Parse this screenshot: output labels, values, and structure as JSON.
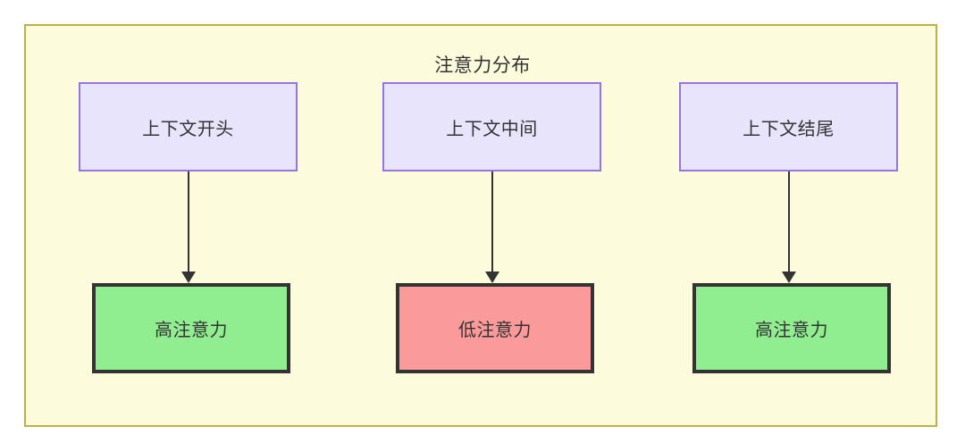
{
  "diagram": {
    "title": "注意力分布",
    "frame": {
      "fill_color": "#fcfcdc",
      "border_color": "#bdb243"
    },
    "context_nodes": [
      {
        "id": "context-start",
        "label": "上下文开头",
        "fill_color": "#e7e4fb",
        "border_color": "#9775df"
      },
      {
        "id": "context-middle",
        "label": "上下文中间",
        "fill_color": "#e7e4fb",
        "border_color": "#9775df"
      },
      {
        "id": "context-end",
        "label": "上下文结尾",
        "fill_color": "#e7e4fb",
        "border_color": "#9775df"
      }
    ],
    "attention_nodes": [
      {
        "id": "attention-high-start",
        "label": "高注意力",
        "fill_color": "#90ee90",
        "border_color": "#333333"
      },
      {
        "id": "attention-low-middle",
        "label": "低注意力",
        "fill_color": "#fa9a9a",
        "border_color": "#333333"
      },
      {
        "id": "attention-high-end",
        "label": "高注意力",
        "fill_color": "#90ee90",
        "border_color": "#333333"
      }
    ],
    "edges": [
      {
        "from": "context-start",
        "to": "attention-high-start",
        "label": ""
      },
      {
        "from": "context-middle",
        "to": "attention-low-middle",
        "label": ""
      },
      {
        "from": "context-end",
        "to": "attention-high-end",
        "label": ""
      }
    ]
  }
}
